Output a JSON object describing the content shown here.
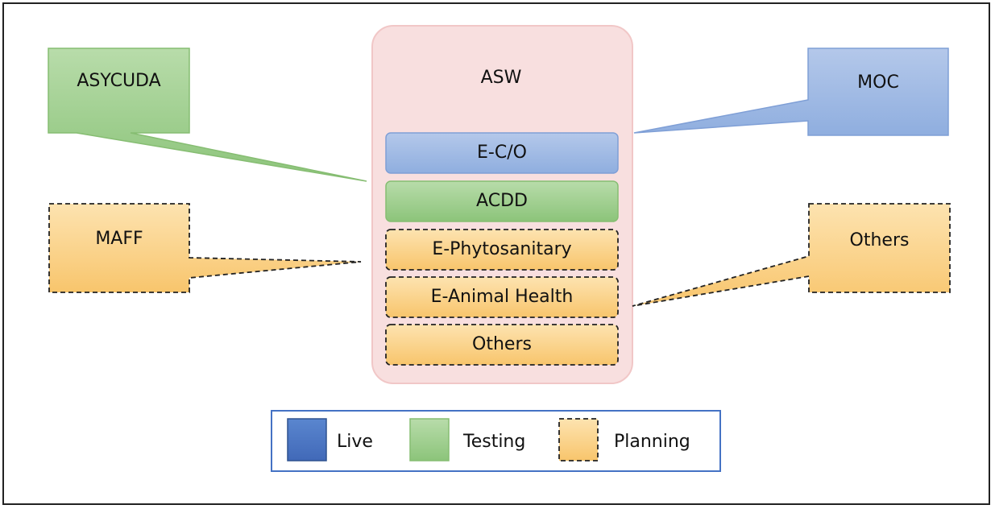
{
  "center": {
    "title": "ASW",
    "modules": [
      {
        "label": "E-C/O",
        "status": "live"
      },
      {
        "label": "ACDD",
        "status": "testing"
      },
      {
        "label": "E-Phytosanitary",
        "status": "planning"
      },
      {
        "label": "E-Animal Health",
        "status": "planning"
      },
      {
        "label": "Others",
        "status": "planning"
      }
    ]
  },
  "callouts": {
    "asycuda": {
      "label": "ASYCUDA",
      "status": "testing"
    },
    "moc": {
      "label": "MOC",
      "status": "live"
    },
    "maff": {
      "label": "MAFF",
      "status": "planning"
    },
    "others": {
      "label": "Others",
      "status": "planning"
    }
  },
  "legend": {
    "items": [
      {
        "label": "Live",
        "status": "live"
      },
      {
        "label": "Testing",
        "status": "testing"
      },
      {
        "label": "Planning",
        "status": "planning"
      }
    ]
  },
  "colors": {
    "live": "#4472c4",
    "testing": "#70ad47",
    "planning": "#f5c26b",
    "asw_bg": "#f8dede",
    "asw_border": "#f0c8c8"
  }
}
